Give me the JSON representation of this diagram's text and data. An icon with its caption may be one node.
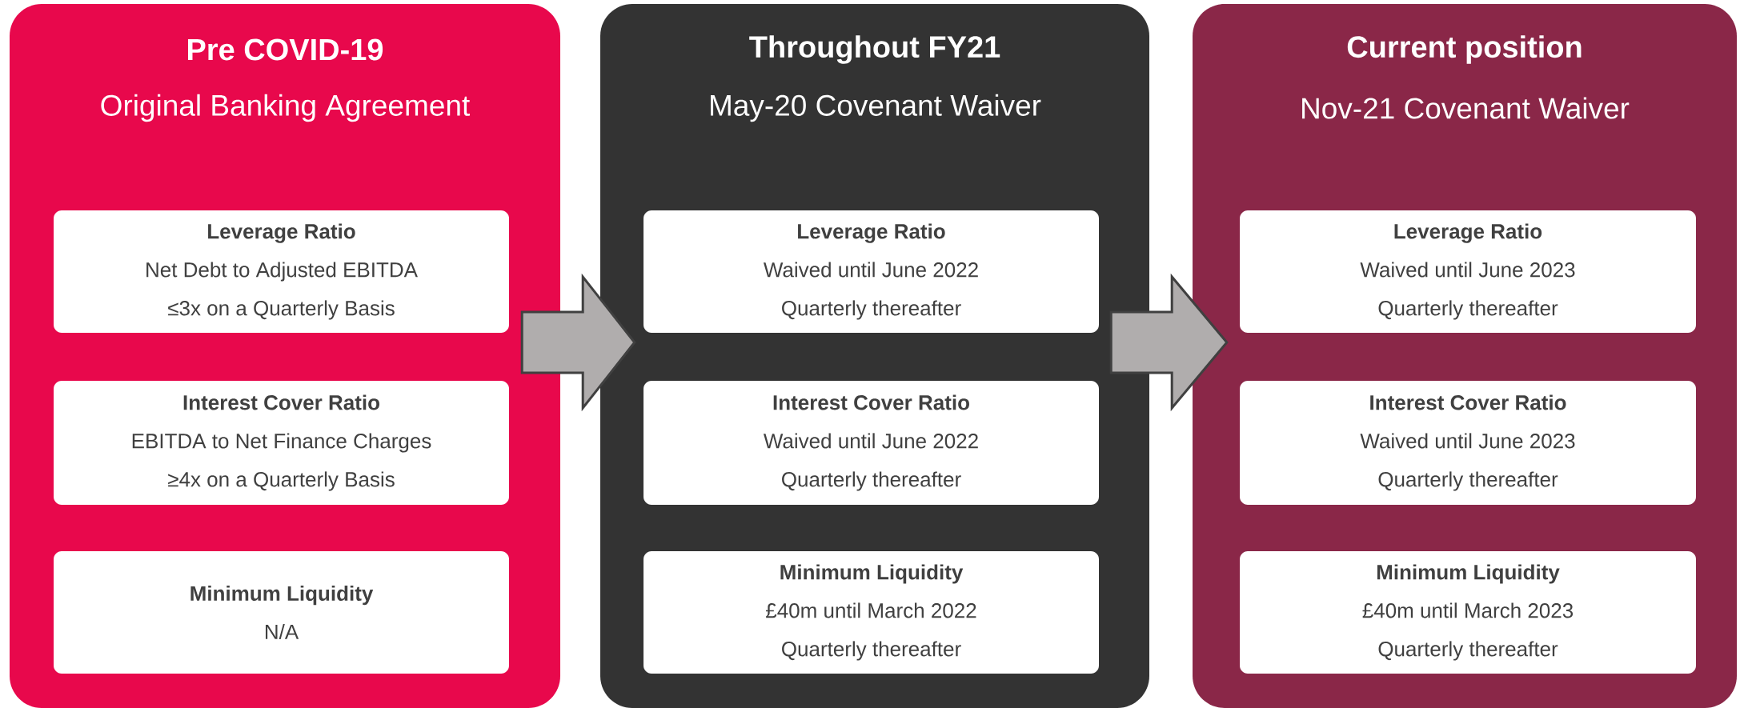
{
  "diagram": {
    "nodes": [
      {
        "text": [
          "Pre COVID-19",
          "Original Banking Agreement"
        ]
      },
      {
        "text": [
          "Leverage Ratio",
          "Net Debt to Adjusted EBITDA",
          "≤3x on a Quarterly Basis"
        ],
        "in": 0
      },
      {
        "text": [
          "Interest Cover Ratio",
          "EBITDA to Net Finance Charges",
          "≥4x on a Quarterly Basis"
        ],
        "in": 0
      },
      {
        "text": [
          "Minimum Liquidity",
          "N/A"
        ],
        "in": 0
      },
      {
        "text": [
          "Throughout FY21",
          "May-20 Covenant Waiver"
        ]
      },
      {
        "text": [
          "Leverage Ratio",
          "Waived until June 2022",
          "Quarterly thereafter"
        ],
        "in": 4
      },
      {
        "text": [
          "Interest Cover Ratio",
          "Waived until June 2022",
          "Quarterly thereafter"
        ],
        "in": 4
      },
      {
        "text": [
          "Minimum Liquidity",
          "£40m until March 2022",
          "Quarterly thereafter"
        ],
        "in": 4
      },
      {
        "text": [
          "Current position",
          "Nov-21 Covenant Waiver"
        ]
      },
      {
        "text": [
          "Leverage Ratio",
          "Waived until June 2023",
          "Quarterly thereafter"
        ],
        "in": 8
      },
      {
        "text": [
          "Interest Cover Ratio",
          "Waived until June 2023",
          "Quarterly thereafter"
        ],
        "in": 8
      },
      {
        "text": [
          "Minimum Liquidity",
          "£40m until March 2023",
          "Quarterly thereafter"
        ],
        "in": 8
      }
    ],
    "edges": [
      {
        "from": 0,
        "to": 4,
        "arrow": "to"
      },
      {
        "from": 4,
        "to": 8,
        "arrow": "to"
      }
    ]
  }
}
